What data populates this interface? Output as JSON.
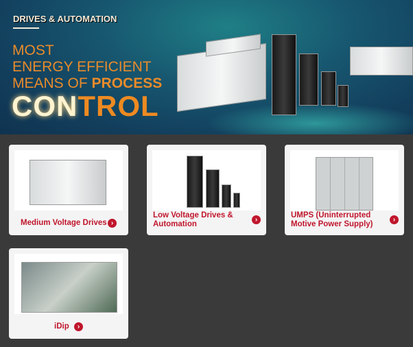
{
  "banner": {
    "kicker": "DRIVES & AUTOMATION",
    "line1": "MOST",
    "line2": "ENERGY EFFICIENT",
    "line3_a": "MEANS OF ",
    "line3_b": "PROCESS",
    "big_a": "CON",
    "big_b": "TROL"
  },
  "cards": [
    {
      "label": "Medium Voltage Drives",
      "icon": "chevron-right-circle"
    },
    {
      "label_1": "Low Voltage Drives &",
      "label_2": "Automation",
      "icon": "chevron-right-circle"
    },
    {
      "label_1": "UMPS (Uninterrupted",
      "label_2": "Motive Power Supply)",
      "icon": "chevron-right-circle"
    },
    {
      "label": "iDip",
      "icon": "chevron-right-circle"
    }
  ],
  "arrow": "›",
  "colors": {
    "accent": "#c0162c",
    "headline": "#e98b2b",
    "background": "#3b3a3a"
  }
}
